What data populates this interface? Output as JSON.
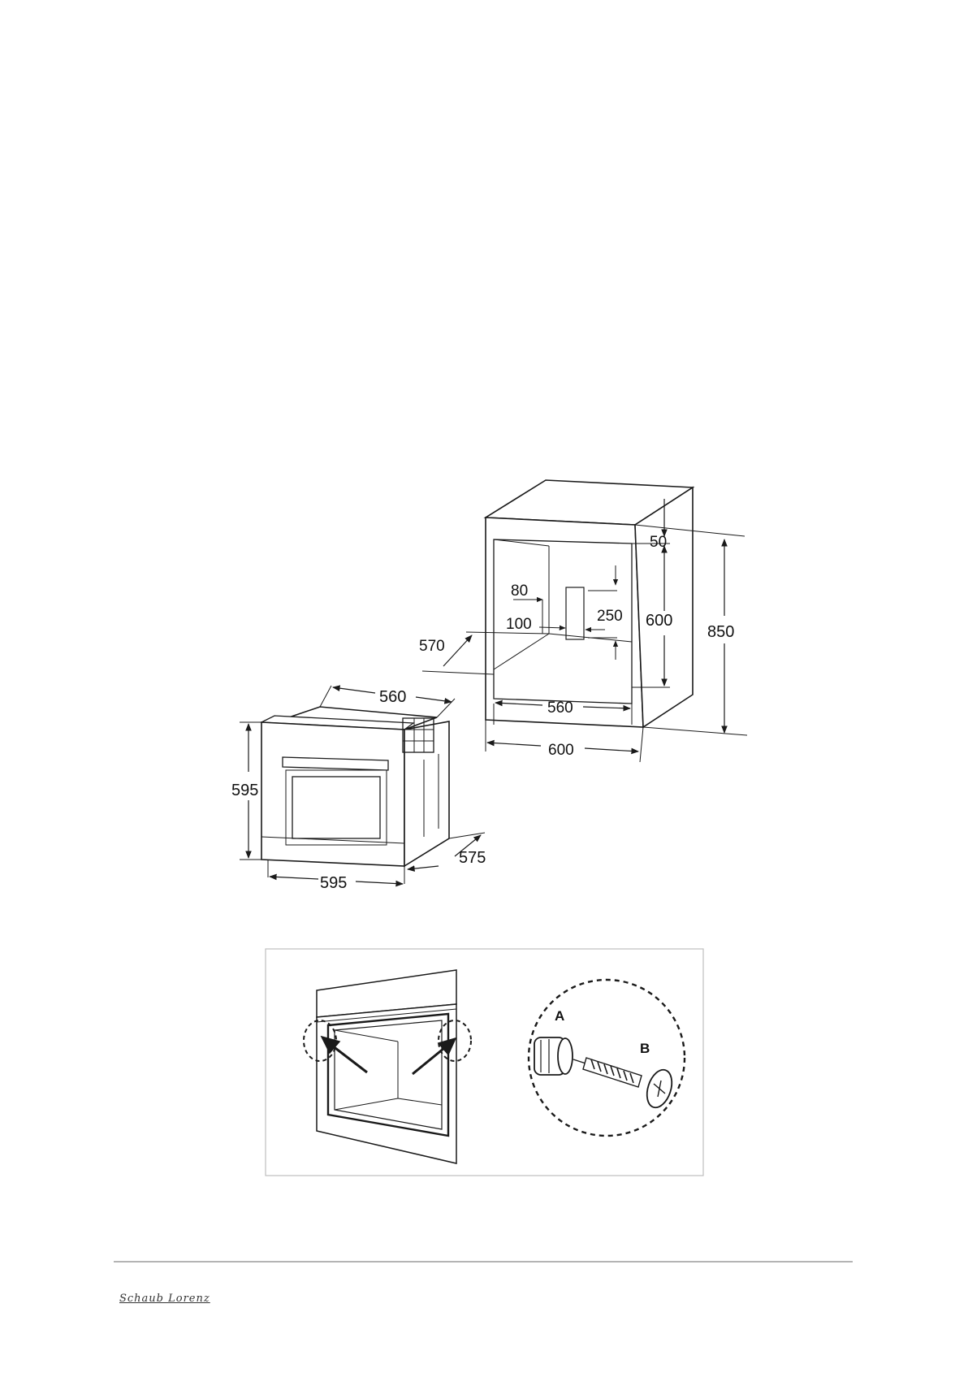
{
  "dimensions": {
    "niche_top_gap": "50",
    "niche_height": "600",
    "cabinet_height": "850",
    "vent_offset": "80",
    "vent_side_offset": "100",
    "vent_height": "250",
    "niche_depth": "570",
    "niche_width_inner": "560",
    "cabinet_width": "600",
    "oven_top_width": "560",
    "oven_height": "595",
    "oven_width": "595",
    "oven_depth": "575"
  },
  "detail": {
    "label_a": "A",
    "label_b": "B"
  },
  "footer": {
    "brand": "Schaub Lorenz"
  },
  "colors": {
    "line": "#1a1a1a",
    "frame": "#bfbfbf"
  }
}
